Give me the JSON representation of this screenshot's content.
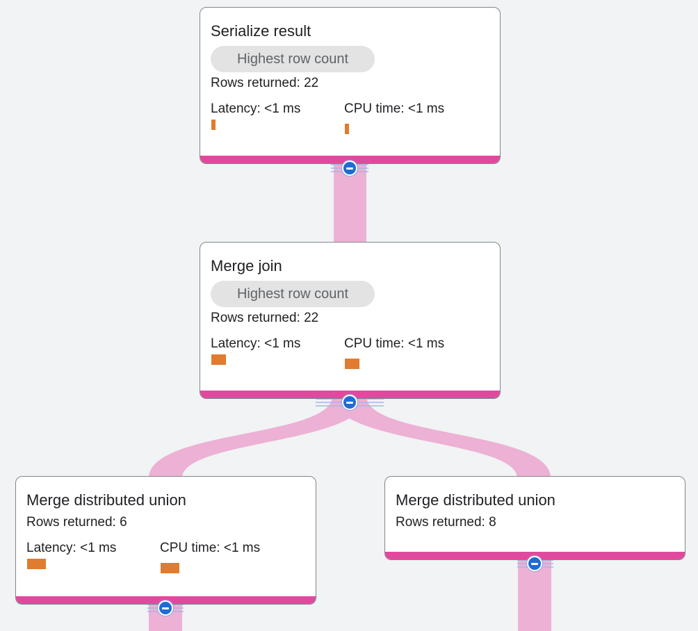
{
  "nodes": [
    {
      "title": "Serialize result",
      "badge": "Highest row count",
      "rows": "Rows returned: 22",
      "latency": "Latency: <1 ms",
      "cpu": "CPU time: <1 ms"
    },
    {
      "title": "Merge join",
      "badge": "Highest row count",
      "rows": "Rows returned: 22",
      "latency": "Latency: <1 ms",
      "cpu": "CPU time: <1 ms"
    },
    {
      "title": "Merge distributed union",
      "rows": "Rows returned: 6",
      "latency": "Latency: <1 ms",
      "cpu": "CPU time: <1 ms"
    },
    {
      "title": "Merge distributed union",
      "rows": "Rows returned: 8"
    }
  ],
  "colors": {
    "link": "#ecb1d4",
    "node_bottom": "#e2499e",
    "metric_bar": "#e07b30",
    "collapse_toggle": "#1f6bd6",
    "background": "#f1f3f4"
  },
  "icons": {
    "collapse_toggle": "minus-circle-icon"
  }
}
